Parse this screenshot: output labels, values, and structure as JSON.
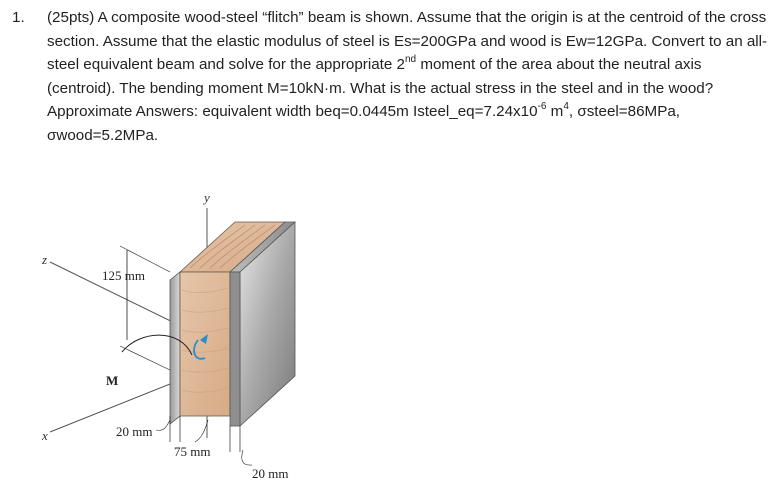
{
  "problem": {
    "number": "1.",
    "intro": "(25pts) A composite wood-steel “flitch” beam is shown. Assume that the origin is at the centroid of the cross section. Assume that the elastic modulus of steel is Es=200GPa and wood is Ew=12GPa. Convert to an all-steel equivalent beam and solve for the appropriate 2",
    "sup_nd": "nd",
    "mid1": " moment of the area about the neutral axis (centroid). The bending moment M=10kN·m. What is the actual stress in the steel and in the wood? Approximate Answers: equivalent width beq=0.0445m Isteel_eq=7.24x10",
    "sup_exp": "-6",
    "mid2": " m",
    "sup_pow": "4",
    "end": ", σsteel=86MPa, σwood=5.2MPa."
  },
  "figure": {
    "axis_y": "y",
    "axis_z": "z",
    "axis_x": "x",
    "moment_label": "M",
    "dim_height": "125 mm",
    "dim_steel_left": "20 mm",
    "dim_wood": "75 mm",
    "dim_steel_right": "20 mm"
  }
}
